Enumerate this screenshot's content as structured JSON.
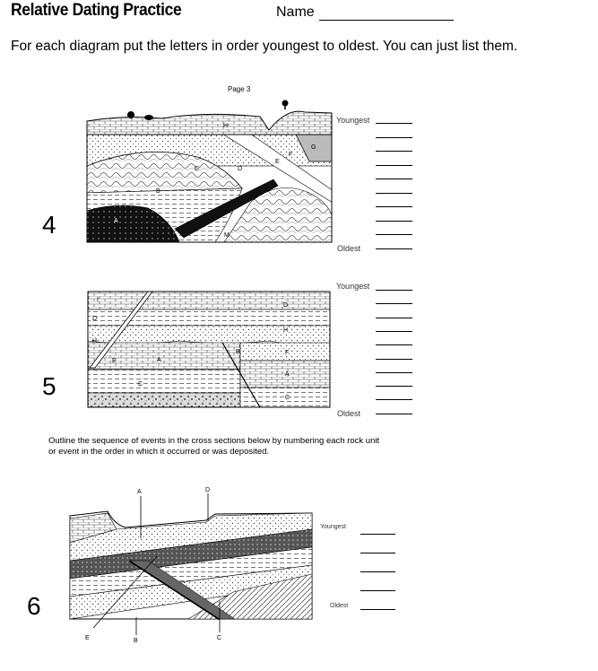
{
  "header": {
    "title": "Relative Dating Practice",
    "name_label": "Name"
  },
  "instructions": "For each diagram put the letters in order youngest to oldest. You can just list them.",
  "page_label": "Page 3",
  "diagram4": {
    "number": "4",
    "youngest_label": "Youngest",
    "oldest_label": "Oldest",
    "blank_count": 10,
    "letters": [
      "H",
      "G",
      "F",
      "E",
      "D",
      "C",
      "B",
      "A",
      "M"
    ]
  },
  "diagram5": {
    "number": "5",
    "youngest_label": "Youngest",
    "oldest_label": "Oldest",
    "blank_count": 10,
    "letters": [
      "I",
      "D",
      "H",
      "E",
      "A",
      "C",
      "B",
      "D",
      "H",
      "F",
      "A",
      "C"
    ]
  },
  "outline_text": {
    "line1": "Outline the sequence of events in the cross sections below by numbering each rock unit",
    "line2": "or event in the order in which it occurred or was deposited."
  },
  "diagram6": {
    "number": "6",
    "youngest_label": "Youngest",
    "oldest_label": "Oldest",
    "blank_count": 5,
    "letters": [
      "A",
      "D",
      "E",
      "B",
      "C"
    ]
  }
}
